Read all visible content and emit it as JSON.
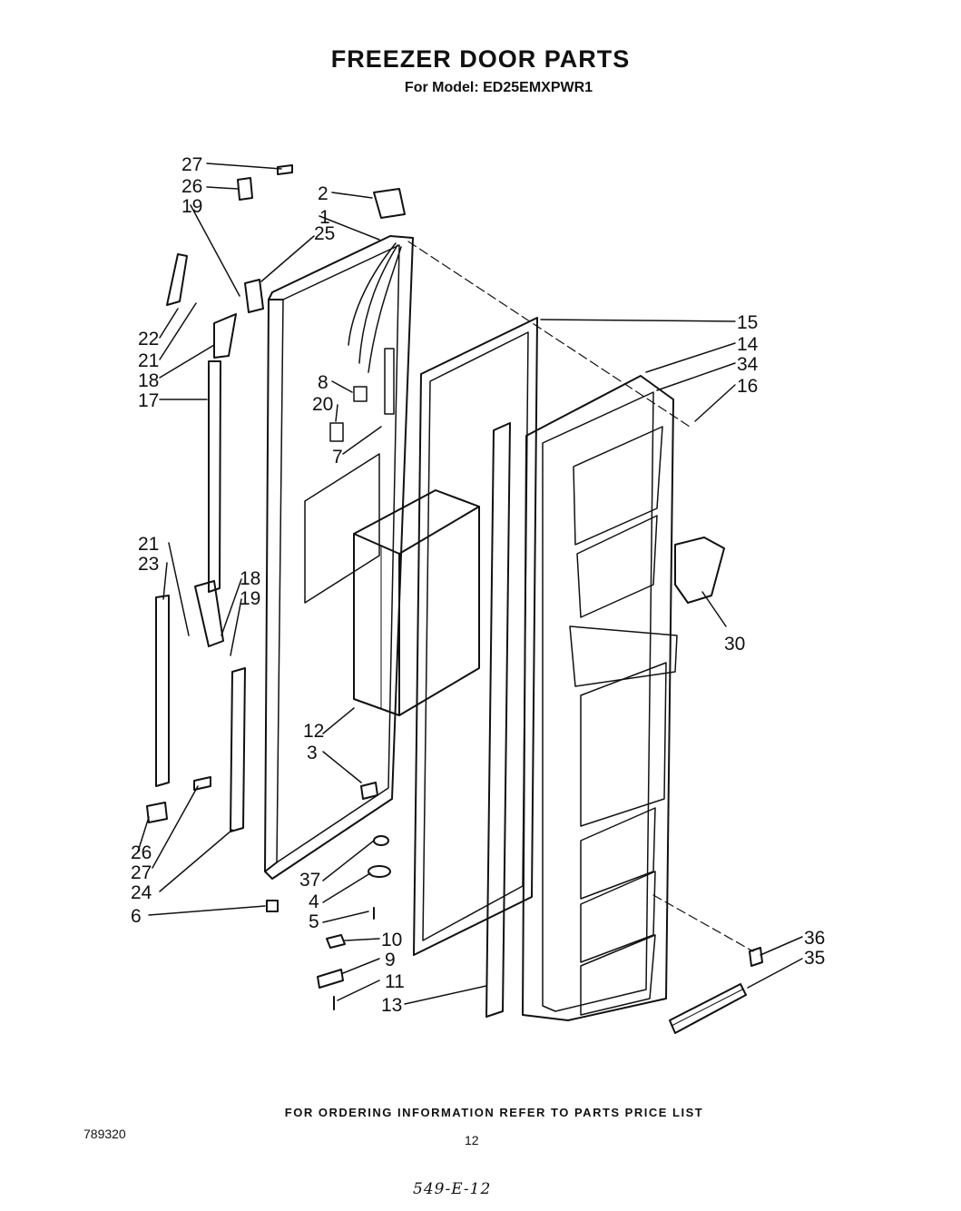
{
  "title": "FREEZER DOOR PARTS",
  "subtitle": "For Model: ED25EMXPWR1",
  "footer": "FOR ORDERING INFORMATION REFER TO PARTS PRICE LIST",
  "doc_number": "789320",
  "page_number": "12",
  "handwritten_note": "549-E-12",
  "part_labels": [
    "27",
    "26",
    "19",
    "2",
    "1",
    "25",
    "22",
    "21",
    "18",
    "17",
    "8",
    "20",
    "7",
    "15",
    "14",
    "34",
    "16",
    "21",
    "23",
    "18",
    "19",
    "12",
    "3",
    "30",
    "26",
    "27",
    "24",
    "6",
    "37",
    "4",
    "5",
    "10",
    "9",
    "11",
    "13",
    "36",
    "35"
  ]
}
